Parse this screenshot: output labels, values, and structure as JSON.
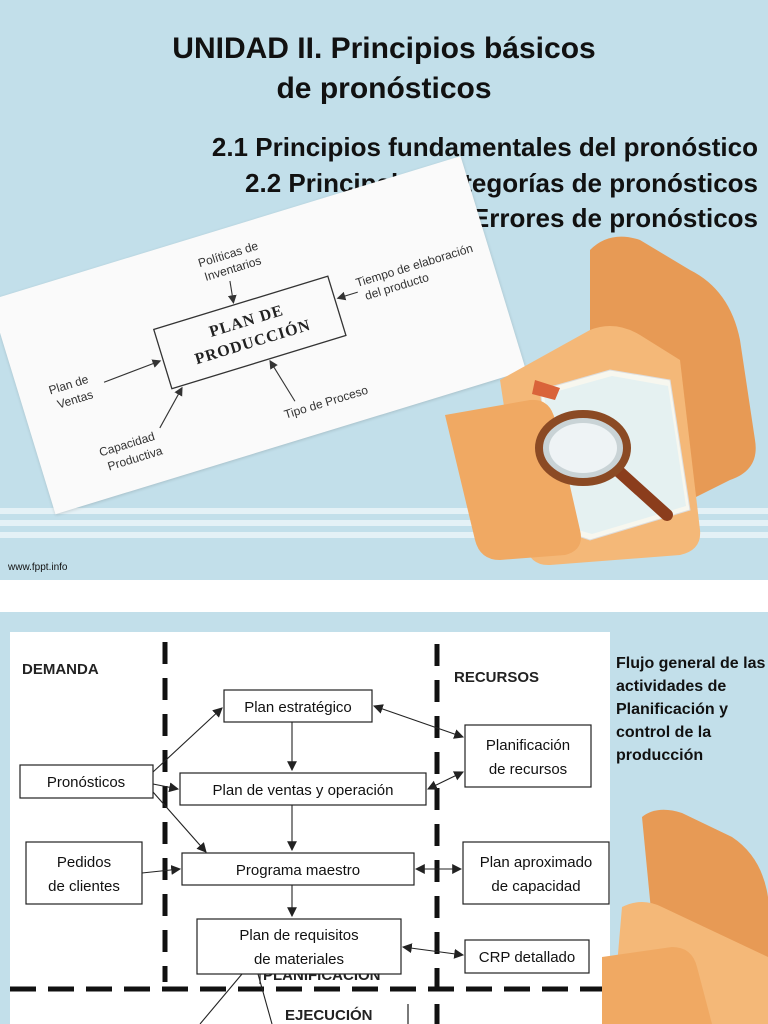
{
  "slide1": {
    "title_line1": "UNIDAD II. Principios básicos",
    "title_line2": "de pronósticos",
    "subtopics": [
      "2.1 Principios fundamentales del pronóstico",
      "2.2 Principales categorías de pronósticos",
      "2.3 Errores de pronósticos"
    ],
    "footer_url": "www.fppt.info",
    "photo": {
      "center_line1": "PLAN DE",
      "center_line2": "PRODUCCIÓN",
      "politicas_line1": "Políticas de",
      "politicas_line2": "Inventarios",
      "tiempo_line1": "Tiempo de elaboración",
      "tiempo_line2": "del producto",
      "plan_line1": "Plan de",
      "plan_line2": "Ventas",
      "capacidad_line1": "Capacidad",
      "capacidad_line2": "Productiva",
      "tipo": "Tipo de Proceso"
    },
    "icons": {
      "folder": "folder-icon",
      "magnifier": "magnifying-glass-icon"
    }
  },
  "slide2": {
    "demanda": "DEMANDA",
    "recursos": "RECURSOS",
    "planificacion": "PLANIFICACIÓN",
    "ejecucion": "EJECUCIÓN",
    "boxes": {
      "plan_estrategico": "Plan estratégico",
      "pronosticos": "Pronósticos",
      "plan_ventas": "Plan de ventas y operación",
      "planif_recursos_1": "Planificación",
      "planif_recursos_2": "de recursos",
      "pedidos_1": "Pedidos",
      "pedidos_2": "de clientes",
      "programa_maestro": "Programa maestro",
      "plan_aprox_1": "Plan aproximado",
      "plan_aprox_2": "de capacidad",
      "plan_req_1": "Plan de requisitos",
      "plan_req_2": "de materiales",
      "crp": "CRP detallado"
    },
    "side_text": "Flujo general de las actividades de Planificación y control de la producción"
  },
  "colors": {
    "slide_bg": "#c2dfea",
    "stripe": "#e4f1f6",
    "folder": "#f0a963",
    "folder_dark": "#d88a45"
  }
}
